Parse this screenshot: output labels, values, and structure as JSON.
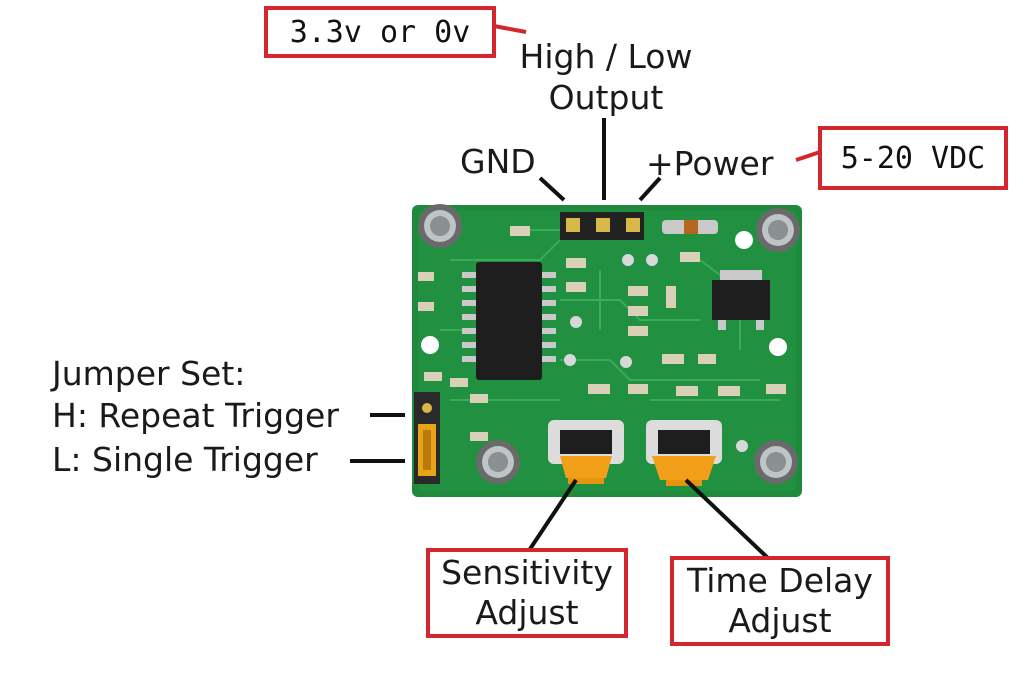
{
  "labels": {
    "output_voltage": "3.3v or 0v",
    "high_low_line1": "High / Low",
    "high_low_line2": "Output",
    "gnd": "GND",
    "power": "+Power",
    "power_voltage": "5-20 VDC",
    "jumper_title": "Jumper Set:",
    "jumper_h": "H: Repeat Trigger",
    "jumper_l": "L: Single Trigger",
    "sensitivity_line1": "Sensitivity",
    "sensitivity_line2": "Adjust",
    "time_delay_line1": "Time Delay",
    "time_delay_line2": "Adjust"
  },
  "colors": {
    "box_border": "#d3262e",
    "pcb_green": "#1f8a3c",
    "potentiometer": "#f2a019",
    "jumper": "#e8a317"
  }
}
